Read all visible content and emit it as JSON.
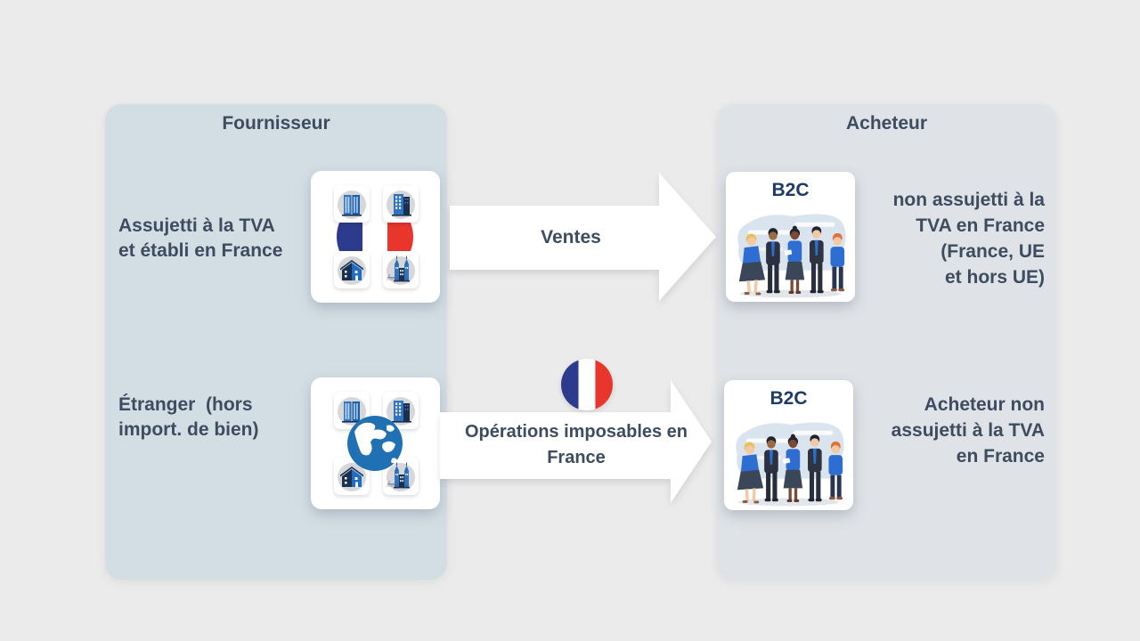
{
  "page": {
    "background_color": "#ecebeb"
  },
  "colors": {
    "supplier_panel_bg": "#d3dde4",
    "buyer_panel_bg": "#dfe2e6",
    "text_dark_slate": "#3e4c60",
    "b2c_navy": "#1e3a66",
    "flag_blue": "#2d3b8e",
    "flag_red": "#e8362d",
    "globe_blue": "#2070b4",
    "building_bright_blue": "#2f74c0",
    "building_navy": "#1b2f4e",
    "arrow_fill": "#ffffff"
  },
  "supplier_panel": {
    "title": "Fournisseur",
    "rows": [
      {
        "label_lines": [
          "Assujetti à la TVA",
          "et établi en France"
        ],
        "icon": "france-companies-icon"
      },
      {
        "label_lines": [
          "Étranger  (hors",
          "import. de bien)"
        ],
        "icon": "foreign-companies-globe-icon"
      }
    ]
  },
  "buyer_panel": {
    "title": "Acheteur",
    "rows": [
      {
        "badge": "B2C",
        "label_lines": [
          "non assujetti à la",
          "TVA en France",
          "(France, UE",
          "et hors UE)"
        ],
        "icon": "consumers-group-icon"
      },
      {
        "badge": "B2C",
        "label_lines": [
          "Acheteur non",
          "assujetti à la TVA",
          "en France"
        ],
        "icon": "consumers-group-icon"
      }
    ]
  },
  "flows": [
    {
      "label_lines": [
        "Ventes"
      ]
    },
    {
      "label_lines": [
        "Opérations imposables en",
        "France"
      ],
      "icon": "france-flag-icon"
    }
  ],
  "icons": [
    "twin-towers-icon",
    "office-building-icon",
    "house-icon",
    "castle-icon",
    "france-flag-icon",
    "globe-icon",
    "consumers-group-icon"
  ]
}
